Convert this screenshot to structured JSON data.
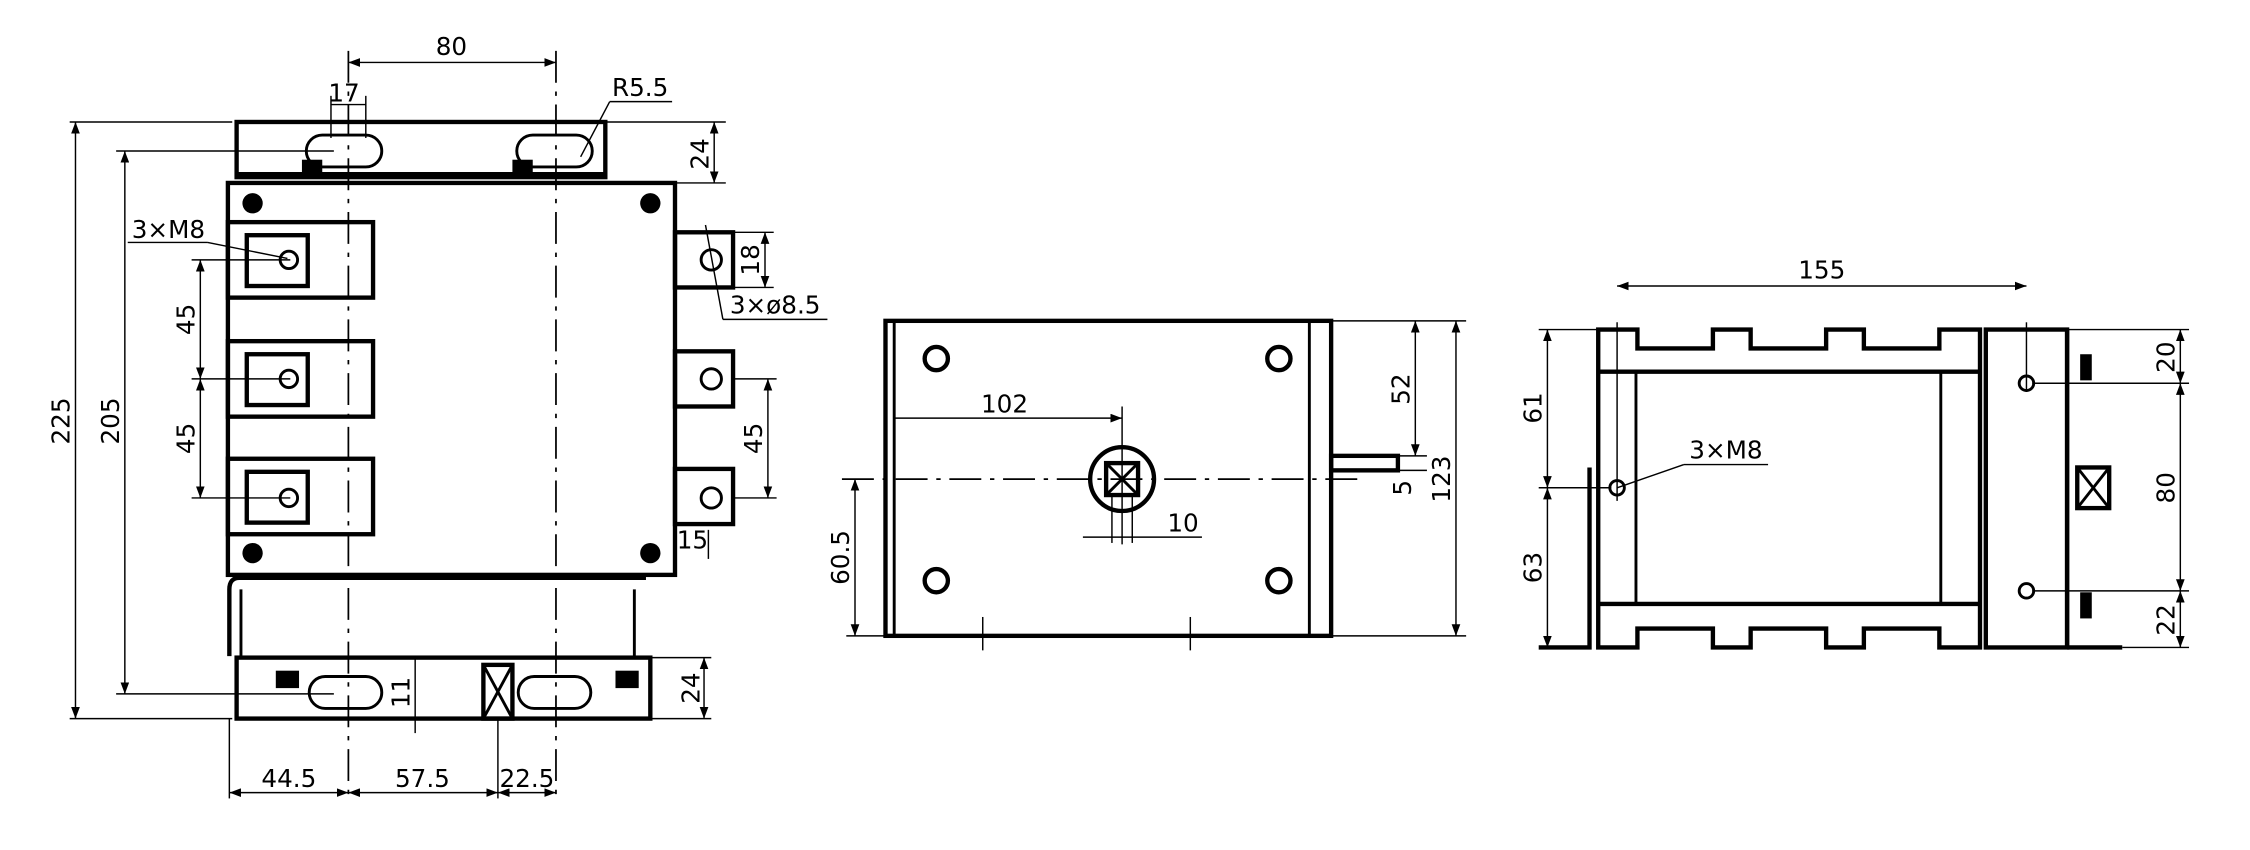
{
  "drawing": {
    "background": "#ffffff",
    "line_color": "#000000",
    "views": {
      "front": {
        "dimensions": {
          "pitch_top": "80",
          "slot_width": "17",
          "slot_radius": "R5.5",
          "top_bracket_height": "24",
          "terminal_label": "3×M8",
          "terminal_pitch_1": "45",
          "terminal_pitch_2": "45",
          "overall_height": "225",
          "mount_height": "205",
          "side_tab_height": "18",
          "side_hole_label": "3×ø8.5",
          "side_tab_pitch": "45",
          "side_tab_offset": "15",
          "slot_height": "11",
          "bottom_bracket_height": "24",
          "bottom_1": "44.5",
          "bottom_2": "57.5",
          "bottom_3": "22.5"
        }
      },
      "top": {
        "dimensions": {
          "shaft_x": "102",
          "shaft_dia": "10",
          "center_height": "60.5",
          "upper_offset": "52",
          "shaft_width": "5",
          "overall_height": "123"
        }
      },
      "side": {
        "dimensions": {
          "width": "155",
          "upper": "61",
          "lower": "63",
          "terminal_label": "3×M8",
          "top_offset": "20",
          "hole_pitch": "80",
          "bottom_offset": "22"
        }
      }
    }
  }
}
